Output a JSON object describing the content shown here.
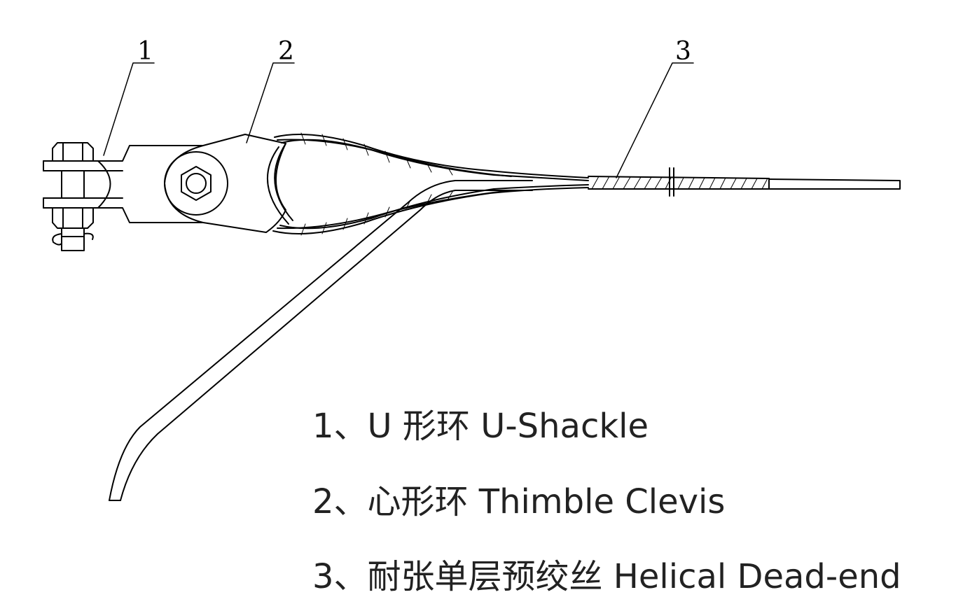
{
  "callouts": [
    {
      "number": "1"
    },
    {
      "number": "2"
    },
    {
      "number": "3"
    }
  ],
  "legend": [
    {
      "text": "1、U 形环 U-Shackle"
    },
    {
      "text": "2、心形环 Thimble Clevis"
    },
    {
      "text": "3、耐张单层预绞丝 Helical Dead-end"
    }
  ]
}
